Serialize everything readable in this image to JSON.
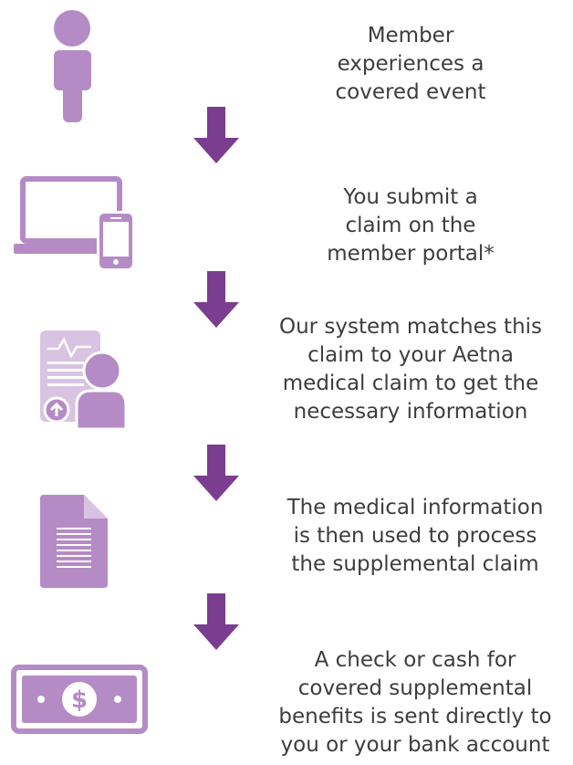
{
  "colors": {
    "icon": "#b58bc6",
    "icon_light": "#d9c3e2",
    "arrow": "#7a3d8f",
    "text": "#3d3d3d"
  },
  "steps": [
    {
      "icon": "person-icon",
      "text": [
        "Member",
        "experiences a",
        "covered event"
      ]
    },
    {
      "icon": "laptop-phone-icon",
      "text": [
        "You submit a",
        "claim on the",
        "member portal*"
      ]
    },
    {
      "icon": "document-person-icon",
      "text": [
        "Our system matches this",
        "claim to your Aetna",
        "medical claim to get the",
        "necessary information"
      ]
    },
    {
      "icon": "document-icon",
      "text": [
        "The medical information",
        "is then used to process",
        "the supplemental claim"
      ]
    },
    {
      "icon": "dollar-bill-icon",
      "text": [
        "A check or cash for",
        "covered supplemental",
        "benefits is sent directly to",
        "you or your bank account"
      ]
    }
  ]
}
